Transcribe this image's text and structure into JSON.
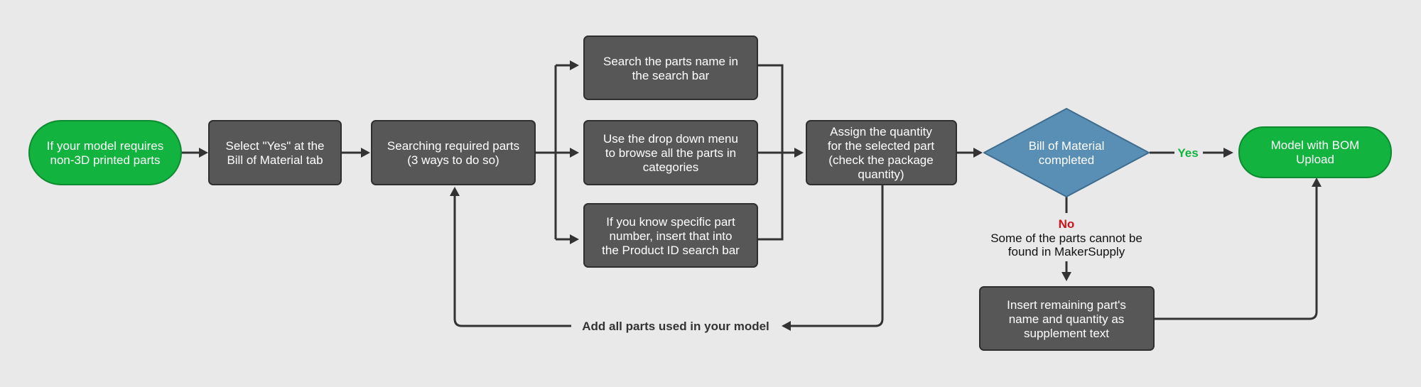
{
  "colors": {
    "background": "#e9e9e9",
    "start_end": "#12b43f",
    "process": "#575757",
    "decision": "#5a8fb5",
    "yes": "#12b43f",
    "no": "#d0101a",
    "connector": "#333333"
  },
  "nodes": {
    "start": [
      "If your model requires",
      "non-3D printed parts"
    ],
    "select_yes": [
      "Select \"Yes\" at the",
      "Bill of Material tab"
    ],
    "searching": [
      "Searching required parts",
      "(3 ways to do so)"
    ],
    "search_name": [
      "Search the parts name in",
      "the search bar"
    ],
    "dropdown": [
      "Use the drop down menu",
      "to browse all the parts in",
      "categories"
    ],
    "part_number": [
      "If you know specific part",
      "number, insert that into",
      "the Product ID search bar"
    ],
    "assign_qty": [
      "Assign the quantity",
      "for the selected part",
      "(check the package",
      "quantity)"
    ],
    "decision": [
      "Bill of Material",
      "completed"
    ],
    "end": [
      "Model with BOM",
      "Upload"
    ],
    "insert_remaining": [
      "Insert remaining part's",
      "name and quantity as",
      "supplement text"
    ]
  },
  "labels": {
    "yes": "Yes",
    "no": "No",
    "no_note": [
      "Some of the parts cannot be",
      "found in MakerSupply"
    ],
    "loop_back": "Add all parts used in your model"
  }
}
